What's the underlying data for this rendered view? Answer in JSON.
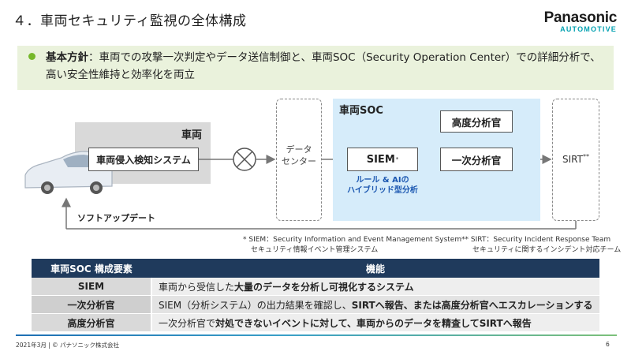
{
  "header": {
    "title": "４．車両セキュリティ監視の全体構成",
    "logo_main": "Panasonic",
    "logo_sub": "AUTOMOTIVE"
  },
  "policy": {
    "label": "基本方針",
    "text": "：車両での攻撃一次判定やデータ送信制御と、車両SOC（Security Operation Center）での詳細分析で、高い安全性維持と効率化を両立"
  },
  "diagram": {
    "vehicle_label": "車両",
    "ids_label": "車両侵入検知システム",
    "data_center_line1": "データ",
    "data_center_line2": "センター",
    "soc_label": "車両SOC",
    "siem_label": "SIEM",
    "siem_mark": "*",
    "siem_caption_line1": "ルール & AIの",
    "siem_caption_line2": "ハイブリッド型分析",
    "initial_analyst": "一次分析官",
    "advanced_analyst": "高度分析官",
    "sirt_label": "SIRT",
    "sirt_mark": "**",
    "software_update": "ソフトアップデート"
  },
  "footnotes": {
    "siem_line1": "* SIEM：Security Information and Event Management System",
    "siem_line2": "セキュリティ情報イベント管理システム",
    "sirt_line1": "** SIRT：Security Incident Response Team",
    "sirt_line2": "セキュリティに関するインシデント対応チーム"
  },
  "table": {
    "headers": [
      "車両SOC 構成要素",
      "機能"
    ],
    "rows": [
      {
        "element": "SIEM",
        "function_plain": "車両から受信した",
        "function_bold": "大量のデータを分析し可視化するシステム"
      },
      {
        "element": "一次分析官",
        "function_plain": "SIEM（分析システム）の出力結果を確認し、",
        "function_bold": "SIRTへ報告、または高度分析官へエスカレーションする"
      },
      {
        "element": "高度分析官",
        "function_plain": "一次分析官で",
        "function_bold": "対処できないイベントに対して、車両からのデータを精査してSIRTへ報告"
      }
    ]
  },
  "footer": {
    "left": "2021年3月 | © パナソニック株式会社",
    "page": "6"
  },
  "colors": {
    "soc_bg": "#d6ecfa",
    "vehicle_bg": "#d9d9d9",
    "policy_bg": "#eaf2dc",
    "table_header": "#1f3a5c",
    "accent_green": "#76b82a",
    "caption_blue": "#1a56b0"
  }
}
